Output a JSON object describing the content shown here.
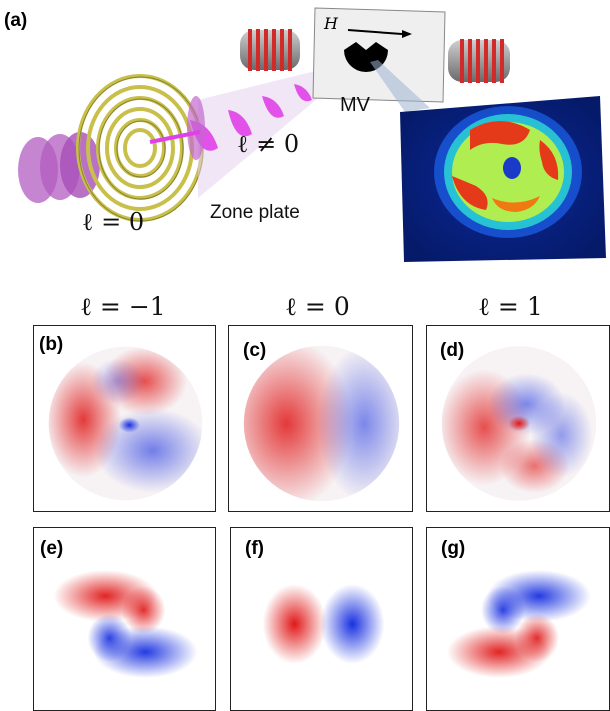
{
  "panel_a": {
    "letter": "(a)",
    "label_l_zero": "ℓ = 0",
    "label_l_nonzero": "ℓ ≠ 0",
    "label_zone_plate": "Zone plate",
    "label_mv": "MV",
    "label_field": "H",
    "colors": {
      "beam": "#e040e8",
      "coil": "#d12a2a",
      "plate": "#c8c04a",
      "disk": "#b15cc0"
    }
  },
  "column_headers": [
    "ℓ = −1",
    "ℓ = 0",
    "ℓ = 1"
  ],
  "panels": [
    {
      "letter": "(b)",
      "kind": "measured",
      "pattern": "l-1"
    },
    {
      "letter": "(c)",
      "kind": "measured",
      "pattern": "l0"
    },
    {
      "letter": "(d)",
      "kind": "measured",
      "pattern": "l1"
    },
    {
      "letter": "(e)",
      "kind": "simulated",
      "pattern": "l-1"
    },
    {
      "letter": "(f)",
      "kind": "simulated",
      "pattern": "l0"
    },
    {
      "letter": "(g)",
      "kind": "simulated",
      "pattern": "l1"
    }
  ],
  "colors": {
    "positive": "#e01818",
    "negative": "#1830e0"
  }
}
